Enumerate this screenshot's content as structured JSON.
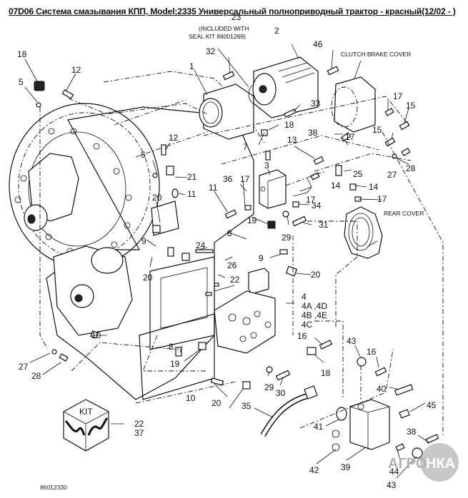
{
  "title": "07D06 Система смазывания КПП, Model:2335 Универсальный полноприводный трактор - красный(12/02 - )",
  "figure_number": "86012330",
  "notes": {
    "seal_kit_line1": "(INCLUDED WITH",
    "seal_kit_line2": "SEAL KIT 86001269)",
    "seal_kit_ref": "23",
    "clutch_brake_cover": "CLUTCH BRAKE COVER",
    "rear_cover": "REAR COVER",
    "kit_label": "KIT",
    "kit_refs": [
      "22",
      "37"
    ],
    "valve_refs": [
      "4",
      "4A ,4D",
      "4B ,4E",
      "4C"
    ]
  },
  "watermark": {
    "text_left": "АГРО",
    "text_right": "НКА"
  },
  "callouts": [
    {
      "id": "c18a",
      "text": "18"
    },
    {
      "id": "c5",
      "text": "5"
    },
    {
      "id": "c12a",
      "text": "12"
    },
    {
      "id": "c32",
      "text": "32"
    },
    {
      "id": "c1",
      "text": "1"
    },
    {
      "id": "c2",
      "text": "2"
    },
    {
      "id": "c46",
      "text": "46"
    },
    {
      "id": "c17a",
      "text": "17"
    },
    {
      "id": "c15a",
      "text": "15"
    },
    {
      "id": "c33",
      "text": "33"
    },
    {
      "id": "c18b",
      "text": "18"
    },
    {
      "id": "c38a",
      "text": "38"
    },
    {
      "id": "c17b",
      "text": "17"
    },
    {
      "id": "c15b",
      "text": "15"
    },
    {
      "id": "c7",
      "text": "7"
    },
    {
      "id": "c13",
      "text": "13"
    },
    {
      "id": "c12b",
      "text": "12"
    },
    {
      "id": "c6",
      "text": "6"
    },
    {
      "id": "c21",
      "text": "21"
    },
    {
      "id": "c28a",
      "text": "28"
    },
    {
      "id": "c27a",
      "text": "27"
    },
    {
      "id": "c25",
      "text": "25"
    },
    {
      "id": "c3",
      "text": "3"
    },
    {
      "id": "c36",
      "text": "36"
    },
    {
      "id": "c17c",
      "text": "17"
    },
    {
      "id": "c11a",
      "text": "11"
    },
    {
      "id": "c11b",
      "text": "11"
    },
    {
      "id": "c20a",
      "text": "20"
    },
    {
      "id": "c14a",
      "text": "14"
    },
    {
      "id": "c14b",
      "text": "14"
    },
    {
      "id": "c17d",
      "text": "17"
    },
    {
      "id": "c17e",
      "text": "17"
    },
    {
      "id": "c34",
      "text": "34"
    },
    {
      "id": "c19a",
      "text": "19"
    },
    {
      "id": "c29a",
      "text": "29"
    },
    {
      "id": "c31",
      "text": "31"
    },
    {
      "id": "c9a",
      "text": "9"
    },
    {
      "id": "c8a",
      "text": "8"
    },
    {
      "id": "c24",
      "text": "24"
    },
    {
      "id": "c9b",
      "text": "9"
    },
    {
      "id": "c20b",
      "text": "20"
    },
    {
      "id": "c26",
      "text": "26"
    },
    {
      "id": "c20c",
      "text": "20"
    },
    {
      "id": "c22",
      "text": "22"
    },
    {
      "id": "c10a",
      "text": "10"
    },
    {
      "id": "c16a",
      "text": "16"
    },
    {
      "id": "c43a",
      "text": "43"
    },
    {
      "id": "c16b",
      "text": "16"
    },
    {
      "id": "c8b",
      "text": "8"
    },
    {
      "id": "c27b",
      "text": "27"
    },
    {
      "id": "c28b",
      "text": "28"
    },
    {
      "id": "c19b",
      "text": "19"
    },
    {
      "id": "c18c",
      "text": "18"
    },
    {
      "id": "c29b",
      "text": "29"
    },
    {
      "id": "c10b",
      "text": "10"
    },
    {
      "id": "c20d",
      "text": "20"
    },
    {
      "id": "c30",
      "text": "30"
    },
    {
      "id": "c40",
      "text": "40"
    },
    {
      "id": "c35",
      "text": "35"
    },
    {
      "id": "c45",
      "text": "45"
    },
    {
      "id": "c41",
      "text": "41"
    },
    {
      "id": "c38b",
      "text": "38"
    },
    {
      "id": "c42",
      "text": "42"
    },
    {
      "id": "c39",
      "text": "39"
    },
    {
      "id": "c44",
      "text": "44"
    },
    {
      "id": "c43b",
      "text": "43"
    }
  ]
}
